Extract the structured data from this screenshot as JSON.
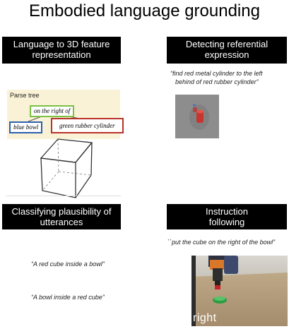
{
  "title": "Embodied language grounding",
  "panels": {
    "top_left": {
      "header_line1": "Language to 3D feature",
      "header_line2": "representation",
      "parse_tree_label": "Parse tree",
      "node_relation": "on the right of",
      "node_left": "blue bowl",
      "node_right": "green rubber cylinder"
    },
    "top_right": {
      "header_line1": "Detecting referential",
      "header_line2": "expression",
      "quote_line1": "“find red metal cylinder to the left",
      "quote_line2": "behind of red rubber cylinder”"
    },
    "bottom_left": {
      "header_line1": "Classifying plausibility of",
      "header_line2": "utterances",
      "utterance_1": "“A red cube inside a bowl”",
      "utterance_2": "“A bowl inside a red cube”"
    },
    "bottom_right": {
      "header_line1": "Instruction",
      "header_line2": "following",
      "instruction": "``put the cube on the right of the bowl”",
      "scene_caption": "right"
    }
  },
  "colors": {
    "header_bg": "#000000",
    "header_text": "#ffffff",
    "parse_panel_bg": "#faf2d6",
    "node_green": "#7bc143",
    "node_blue": "#2a5fb0",
    "node_red": "#b8322a"
  },
  "icons": [
    "wireframe-cube-icon",
    "red-cylinder-render-icon",
    "robot-arm-scene-icon"
  ]
}
